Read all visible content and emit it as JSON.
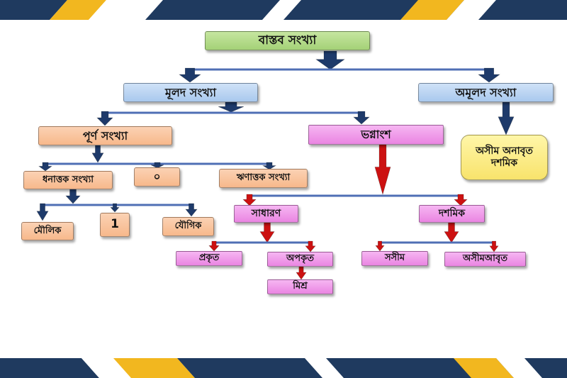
{
  "colors": {
    "navy": "#1f3a5f",
    "gold": "#f2b71f",
    "link_line": "#4f6fb5",
    "dark_arrow": "#1e3a6a",
    "red_arrow": "#cc1111",
    "green": "#a4d177",
    "blue": "#a9c9ee",
    "orange": "#f7b88b",
    "pink": "#ea85e2",
    "yellow": "#f8e36c"
  },
  "nodes": {
    "real_numbers": "বাস্তব সংখ্যা",
    "rational_numbers": "মূলদ সংখ্যা",
    "irrational_numbers": "অমূলদ সংখ্যা",
    "integers": "পূর্ণ সংখ্যা",
    "fractions": "ভগ্নাংশ",
    "non_terminating_decimal": "অসীম অনাবৃত দশমিক",
    "positive_integers": "ধনাত্তক সংখ্যা",
    "zero": "০",
    "negative_integers": "ঋণাত্তক সংখ্যা",
    "common_fraction": "সাধারণ",
    "decimal_fraction": "দশমিক",
    "prime": "মৌলিক",
    "one": "1",
    "composite": "যৌগিক",
    "proper": "প্রকৃত",
    "improper": "অপকৃত",
    "mixed": "মিশ্র",
    "terminating": "সসীম",
    "recurring": "অসীমআবৃত"
  }
}
